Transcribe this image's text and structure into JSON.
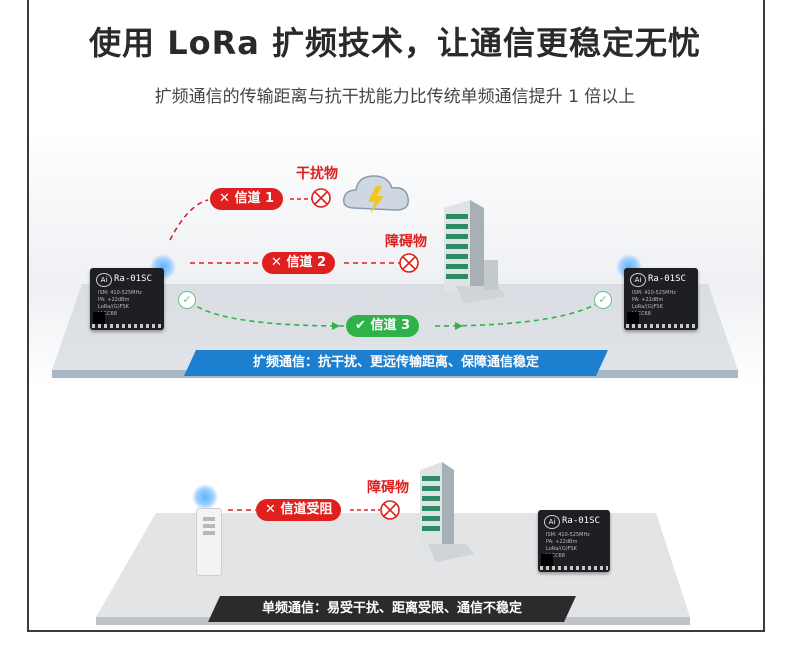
{
  "title": "使用 LoRa 扩频技术，让通信更稳定无忧",
  "subtitle": "扩频通信的传输距离与抗干扰能力比传统单频通信提升 1 倍以上",
  "colors": {
    "red": "#e0201f",
    "green": "#2fb349",
    "blue": "#1d7fd0",
    "dark": "#2b2b2b"
  },
  "module": {
    "name": "Ra-01SC",
    "logo": "Ai",
    "spec_lines": [
      "ISM: 410-525MHz",
      "PA: +22dBm",
      "LoRa/(G)FSK",
      "LLCC68"
    ]
  },
  "scene1": {
    "channels": [
      {
        "label": "信道 1",
        "status": "blocked"
      },
      {
        "label": "信道 2",
        "status": "blocked"
      },
      {
        "label": "信道 3",
        "status": "ok"
      }
    ],
    "interference_label": "干扰物",
    "obstacle_label": "障碍物",
    "banner": "扩频通信：抗干扰、更远传输距离、保障通信稳定"
  },
  "scene2": {
    "channel_label": "信道受阻",
    "obstacle_label": "障碍物",
    "banner": "单频通信：易受干扰、距离受限、通信不稳定"
  },
  "icons": [
    "cross-icon",
    "check-icon",
    "blocked-circle-icon",
    "storm-cloud-icon",
    "building-icon",
    "wifi-glow-icon",
    "remote-device-icon"
  ]
}
